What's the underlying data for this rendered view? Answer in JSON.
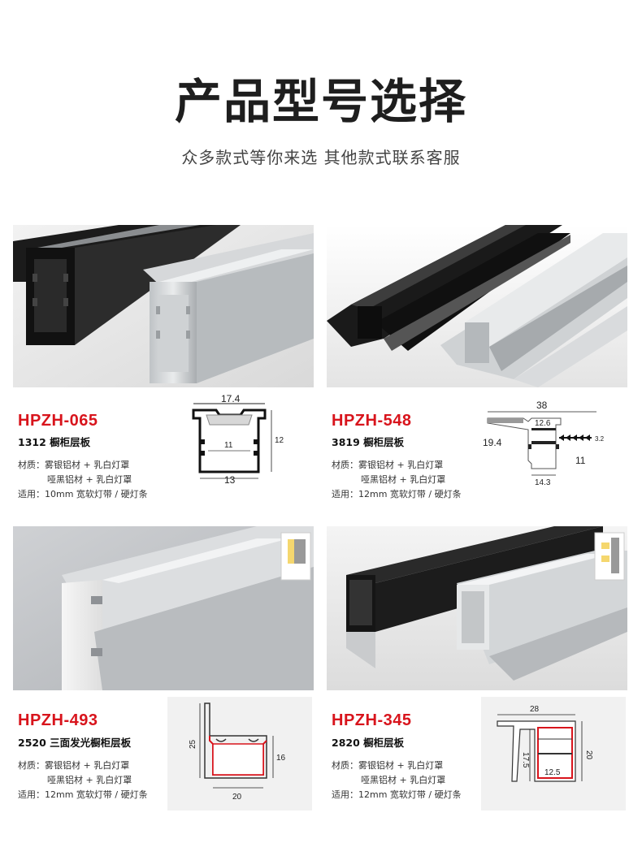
{
  "header": {
    "title": "产品型号选择",
    "subtitle": "众多款式等你来选 其他款式联系客服"
  },
  "products": [
    {
      "model": "HPZH-065",
      "name": "1312 橱柜层板",
      "material_label": "材质：",
      "material_1": "雾银铝材 + 乳白灯罩",
      "material_2": "哑黑铝材 + 乳白灯罩",
      "usage_label": "适用：",
      "usage": "10mm 宽软灯带 / 硬灯条",
      "dims": [
        "17.4",
        "12",
        "11",
        "13"
      ]
    },
    {
      "model": "HPZH-548",
      "name": "3819 橱柜层板",
      "material_label": "材质：",
      "material_1": "雾银铝材 + 乳白灯罩",
      "material_2": "哑黑铝材 + 乳白灯罩",
      "usage_label": "适用：",
      "usage": "12mm 宽软灯带 / 硬灯条",
      "dims": [
        "38",
        "12.6",
        "19.4",
        "3.2",
        "11",
        "14.3"
      ]
    },
    {
      "model": "HPZH-493",
      "name": "2520 三面发光橱柜层板",
      "material_label": "材质：",
      "material_1": "雾银铝材 + 乳白灯罩",
      "material_2": "哑黑铝材 + 乳白灯罩",
      "usage_label": "适用：",
      "usage": "12mm 宽软灯带 / 硬灯条",
      "dims": [
        "25",
        "16",
        "20"
      ]
    },
    {
      "model": "HPZH-345",
      "name": "2820 橱柜层板",
      "material_label": "材质：",
      "material_1": "雾银铝材 + 乳白灯罩",
      "material_2": "哑黑铝材 + 乳白灯罩",
      "usage_label": "适用：",
      "usage": "12mm 宽软灯带 / 硬灯条",
      "dims": [
        "28",
        "17.5",
        "20",
        "12.5"
      ]
    }
  ]
}
